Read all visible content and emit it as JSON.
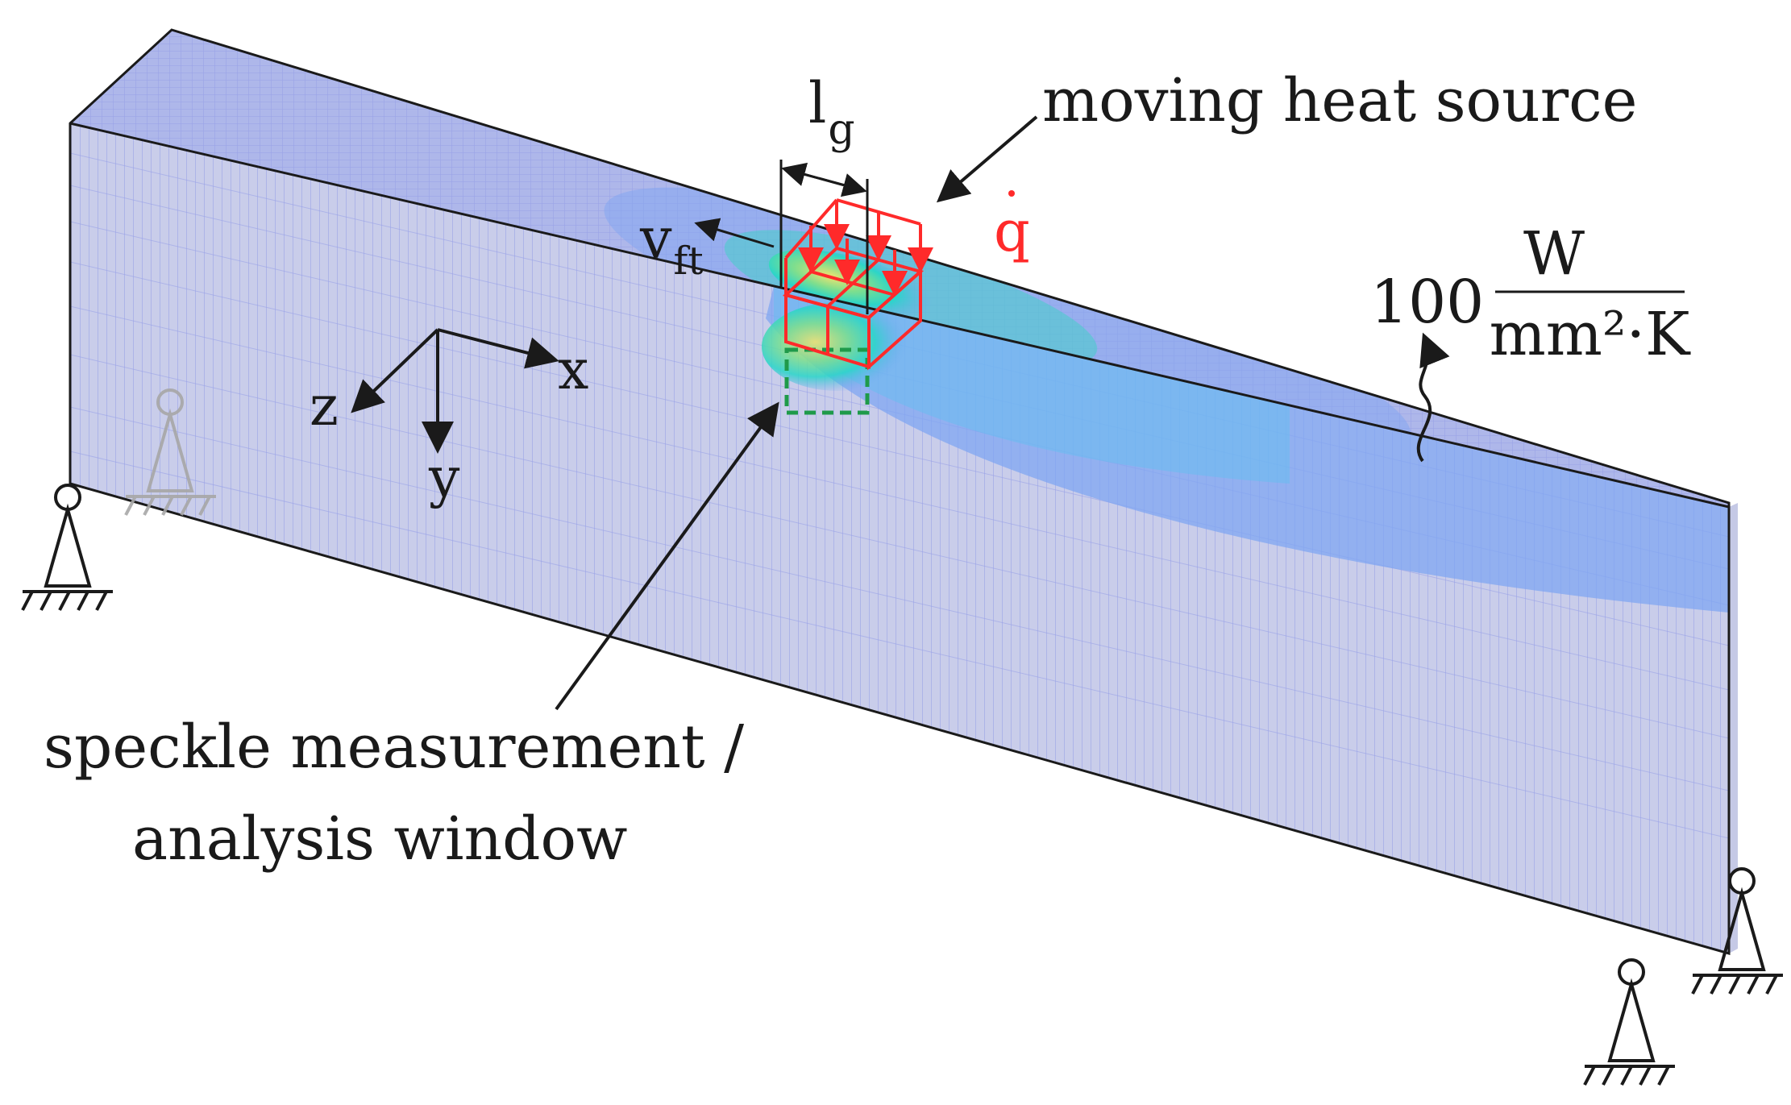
{
  "labels": {
    "heat_source": "moving heat source",
    "lg_main": "l",
    "lg_sub": "g",
    "vft_main": "v",
    "vft_sub": "ft",
    "q": "q",
    "coef_value": "100",
    "coef_num": "W",
    "coef_den": "mm²·K",
    "speckle_line1": "speckle measurement /",
    "speckle_line2": "analysis window",
    "axis_x": "x",
    "axis_y": "y",
    "axis_z": "z"
  },
  "colors": {
    "beam_face": "#c9cdea",
    "beam_top": "#aeb7ea",
    "mesh": "#8f98e6",
    "heat_zone": "#7fa6f2",
    "heat_core": "#22dd88",
    "heat_hot": "#e6e07a",
    "heat_source": "#ff2a2a",
    "window": "#1f9a4a",
    "outline": "#1a1a1a"
  },
  "icons": {
    "supports": [
      "pin-support-icon",
      "roller-support-icon"
    ]
  }
}
